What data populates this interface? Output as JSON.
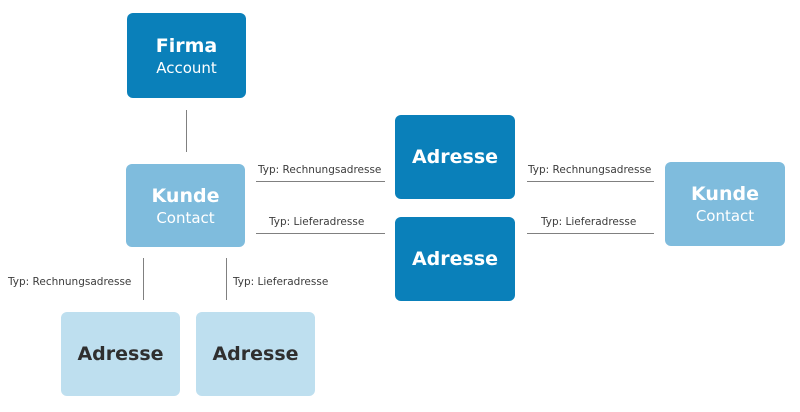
{
  "nodes": {
    "firma": {
      "title": "Firma",
      "subtitle": "Account"
    },
    "kunde_left": {
      "title": "Kunde",
      "subtitle": "Contact"
    },
    "kunde_right": {
      "title": "Kunde",
      "subtitle": "Contact"
    },
    "adresse_top": {
      "title": "Adresse"
    },
    "adresse_mid": {
      "title": "Adresse"
    },
    "adresse_bottom_left": {
      "title": "Adresse"
    },
    "adresse_bottom_right": {
      "title": "Adresse"
    }
  },
  "edges": {
    "kunde_left_to_adresse_top": "Typ: Rechnungsadresse",
    "kunde_left_to_adresse_mid": "Typ: Lieferadresse",
    "kunde_right_to_adresse_top": "Typ: Rechnungsadresse",
    "kunde_right_to_adresse_mid": "Typ: Lieferadresse",
    "kunde_left_to_adresse_bottom_left": "Typ: Rechnungsadresse",
    "kunde_left_to_adresse_bottom_right": "Typ: Lieferadresse"
  },
  "colors": {
    "dark": "#0a80ba",
    "mid": "#7fbcdd",
    "light": "#bedfef",
    "connector": "#808080"
  }
}
